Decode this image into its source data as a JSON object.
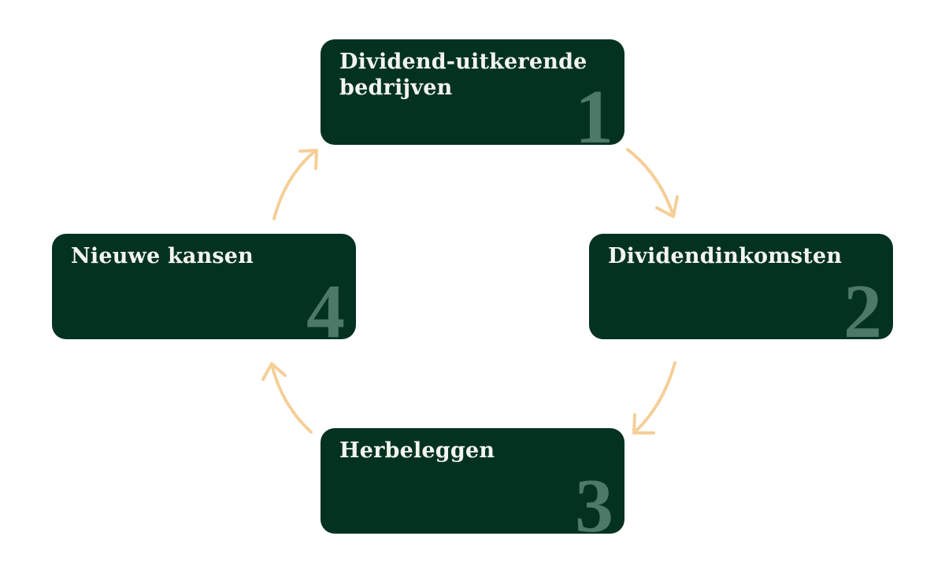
{
  "diagram": {
    "type": "cycle",
    "colors": {
      "background": "#ffffff",
      "box_fill": "#043220",
      "title_text": "#f2f4ee",
      "number_text": "#4d7a67",
      "arrow": "#f5cf98"
    },
    "steps": [
      {
        "number": "1",
        "title": "Dividend-uitkerende bedrijven",
        "position": "top"
      },
      {
        "number": "2",
        "title": "Dividendinkomsten",
        "position": "right"
      },
      {
        "number": "3",
        "title": "Herbeleggen",
        "position": "bottom"
      },
      {
        "number": "4",
        "title": "Nieuwe kansen",
        "position": "left"
      }
    ],
    "arrows": [
      {
        "from": "1",
        "to": "2"
      },
      {
        "from": "2",
        "to": "3"
      },
      {
        "from": "3",
        "to": "4"
      },
      {
        "from": "4",
        "to": "1"
      }
    ]
  }
}
